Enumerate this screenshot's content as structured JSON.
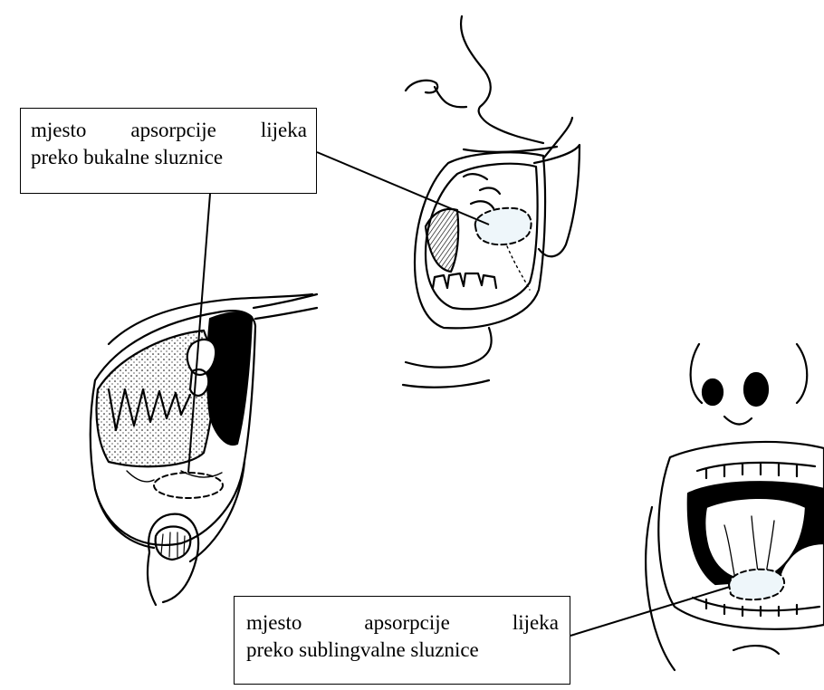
{
  "labels": {
    "buccal": {
      "line1": [
        "mjesto",
        "apsorpcije",
        "lijeka"
      ],
      "line2": "preko bukalne sluznice"
    },
    "sublingual": {
      "line1": [
        "mjesto",
        "apsorpcije",
        "lijeka"
      ],
      "line2": "preko sublingvalne sluznice"
    }
  },
  "colors": {
    "ink": "#000000",
    "absorption_site_fill": "#eef6fa"
  }
}
